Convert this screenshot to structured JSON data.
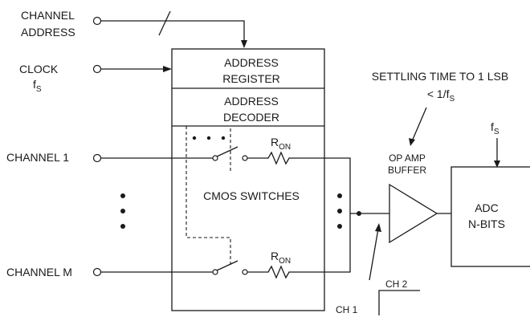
{
  "inputs": {
    "channel_address": [
      "CHANNEL",
      "ADDRESS"
    ],
    "clock": "CLOCK",
    "clock_sub_main": "f",
    "clock_sub": "S",
    "channel_1": "CHANNEL 1",
    "channel_m": "CHANNEL M"
  },
  "blocks": {
    "address_register": [
      "ADDRESS",
      "REGISTER"
    ],
    "address_decoder": [
      "ADDRESS",
      "DECODER"
    ],
    "cmos_switches": "CMOS SWITCHES",
    "op_amp_buffer": [
      "OP AMP",
      "BUFFER"
    ],
    "adc": [
      "ADC",
      "N-BITS"
    ]
  },
  "ron": {
    "main": "R",
    "sub": "ON"
  },
  "settling": {
    "line1": "SETTLING TIME TO 1 LSB",
    "line2_prefix": "< 1/f",
    "line2_sub": "S"
  },
  "adc_clock": {
    "main": "f",
    "sub": "S"
  },
  "waveform": {
    "ch1": "CH 1",
    "ch2": "CH 2"
  }
}
